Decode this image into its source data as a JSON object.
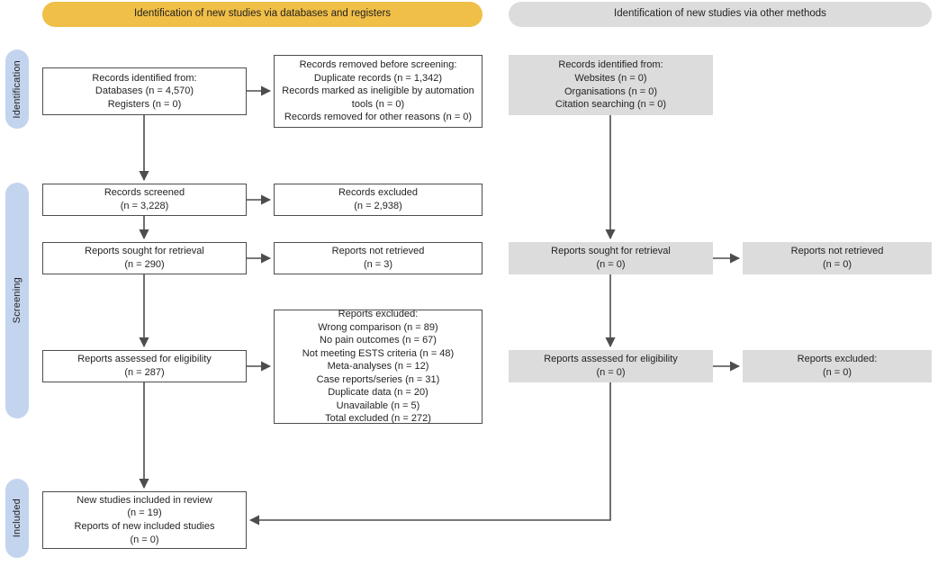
{
  "headers": {
    "databases": "Identification of new studies via databases and registers",
    "other": "Identification of new studies via other methods"
  },
  "stages": {
    "identification": "Identification",
    "screening": "Screening",
    "included": "Included"
  },
  "colors": {
    "banner_databases": "#EFBF47",
    "banner_other": "#DCDCDC",
    "stage_pill": "#C3D4EE",
    "grey_box": "#DCDCDC",
    "box_border": "#4d4d4f",
    "text": "#231f20"
  },
  "databases_column": {
    "identified": {
      "l1": "Records identified from:",
      "l2": "Databases (n = 4,570)",
      "l3": "Registers (n = 0)"
    },
    "removed": {
      "l1": "Records removed before screening:",
      "l2": "Duplicate records (n = 1,342)",
      "l3": "Records marked as ineligible by automation",
      "l4": "tools (n = 0)",
      "l5": "Records removed for other reasons (n = 0)"
    },
    "screened": {
      "l1": "Records screened",
      "l2": "(n = 3,228)"
    },
    "excluded": {
      "l1": "Records excluded",
      "l2": "(n = 2,938)"
    },
    "sought": {
      "l1": "Reports sought for retrieval",
      "l2": "(n = 290)"
    },
    "not_retrieved": {
      "l1": "Reports not retrieved",
      "l2": "(n = 3)"
    },
    "assessed": {
      "l1": "Reports assessed for eligibility",
      "l2": "(n = 287)"
    },
    "reports_excluded": {
      "l1": "Reports excluded:",
      "l2": "Wrong comparison (n = 89)",
      "l3": "No pain outcomes (n = 67)",
      "l4": "Not meeting ESTS criteria (n = 48)",
      "l5": "Meta-analyses (n = 12)",
      "l6": "Case reports/series (n = 31)",
      "l7": "Duplicate data (n = 20)",
      "l8": "Unavailable (n = 5)",
      "l9": "Total excluded (n = 272)"
    }
  },
  "other_column": {
    "identified": {
      "l1": "Records identified from:",
      "l2": "Websites (n = 0)",
      "l3": "Organisations (n = 0)",
      "l4": "Citation searching (n = 0)"
    },
    "sought": {
      "l1": "Reports sought for retrieval",
      "l2": "(n = 0)"
    },
    "not_retrieved": {
      "l1": "Reports not retrieved",
      "l2": "(n = 0)"
    },
    "assessed": {
      "l1": "Reports assessed for eligibility",
      "l2": "(n = 0)"
    },
    "excluded": {
      "l1": "Reports excluded:",
      "l2": "(n = 0)"
    }
  },
  "included_box": {
    "l1": "New studies included in review",
    "l2": "(n = 19)",
    "l3": "Reports of new included studies",
    "l4": "(n = 0)"
  },
  "chart_data": {
    "type": "diagram",
    "title": "PRISMA 2020 flow diagram for new systematic reviews which included searches of databases, registers and other sources",
    "nodes": [
      {
        "id": "db_identified",
        "column": "databases",
        "stage": "identification",
        "label": "Records identified from: Databases (n = 4,570); Registers (n = 0)",
        "values": {
          "Databases": 4570,
          "Registers": 0
        }
      },
      {
        "id": "db_removed",
        "column": "databases",
        "stage": "identification",
        "label": "Records removed before screening",
        "values": {
          "Duplicate records": 1342,
          "Records marked as ineligible by automation tools": 0,
          "Records removed for other reasons": 0
        }
      },
      {
        "id": "db_screened",
        "column": "databases",
        "stage": "screening",
        "label": "Records screened",
        "values": {
          "n": 3228
        }
      },
      {
        "id": "db_excluded",
        "column": "databases",
        "stage": "screening",
        "label": "Records excluded",
        "values": {
          "n": 2938
        }
      },
      {
        "id": "db_sought",
        "column": "databases",
        "stage": "screening",
        "label": "Reports sought for retrieval",
        "values": {
          "n": 290
        }
      },
      {
        "id": "db_not_retrieved",
        "column": "databases",
        "stage": "screening",
        "label": "Reports not retrieved",
        "values": {
          "n": 3
        }
      },
      {
        "id": "db_assessed",
        "column": "databases",
        "stage": "screening",
        "label": "Reports assessed for eligibility",
        "values": {
          "n": 287
        }
      },
      {
        "id": "db_reports_excluded",
        "column": "databases",
        "stage": "screening",
        "label": "Reports excluded",
        "values": {
          "Wrong comparison": 89,
          "No pain outcomes": 67,
          "Not meeting ESTS criteria": 48,
          "Meta-analyses": 12,
          "Case reports/series": 31,
          "Duplicate data": 20,
          "Unavailable": 5,
          "Total excluded": 272
        }
      },
      {
        "id": "other_identified",
        "column": "other",
        "stage": "identification",
        "label": "Records identified from other methods",
        "values": {
          "Websites": 0,
          "Organisations": 0,
          "Citation searching": 0
        }
      },
      {
        "id": "other_sought",
        "column": "other",
        "stage": "screening",
        "label": "Reports sought for retrieval",
        "values": {
          "n": 0
        }
      },
      {
        "id": "other_not_retrieved",
        "column": "other",
        "stage": "screening",
        "label": "Reports not retrieved",
        "values": {
          "n": 0
        }
      },
      {
        "id": "other_assessed",
        "column": "other",
        "stage": "screening",
        "label": "Reports assessed for eligibility",
        "values": {
          "n": 0
        }
      },
      {
        "id": "other_excluded",
        "column": "other",
        "stage": "screening",
        "label": "Reports excluded",
        "values": {
          "n": 0
        }
      },
      {
        "id": "included",
        "column": "databases",
        "stage": "included",
        "label": "New studies included in review",
        "values": {
          "New studies included in review": 19,
          "Reports of new included studies": 0
        }
      }
    ],
    "edges": [
      {
        "from": "db_identified",
        "to": "db_removed"
      },
      {
        "from": "db_identified",
        "to": "db_screened"
      },
      {
        "from": "db_screened",
        "to": "db_excluded"
      },
      {
        "from": "db_screened",
        "to": "db_sought"
      },
      {
        "from": "db_sought",
        "to": "db_not_retrieved"
      },
      {
        "from": "db_sought",
        "to": "db_assessed"
      },
      {
        "from": "db_assessed",
        "to": "db_reports_excluded"
      },
      {
        "from": "db_assessed",
        "to": "included"
      },
      {
        "from": "other_identified",
        "to": "other_sought"
      },
      {
        "from": "other_sought",
        "to": "other_not_retrieved"
      },
      {
        "from": "other_sought",
        "to": "other_assessed"
      },
      {
        "from": "other_assessed",
        "to": "other_excluded"
      },
      {
        "from": "other_assessed",
        "to": "included"
      }
    ]
  }
}
